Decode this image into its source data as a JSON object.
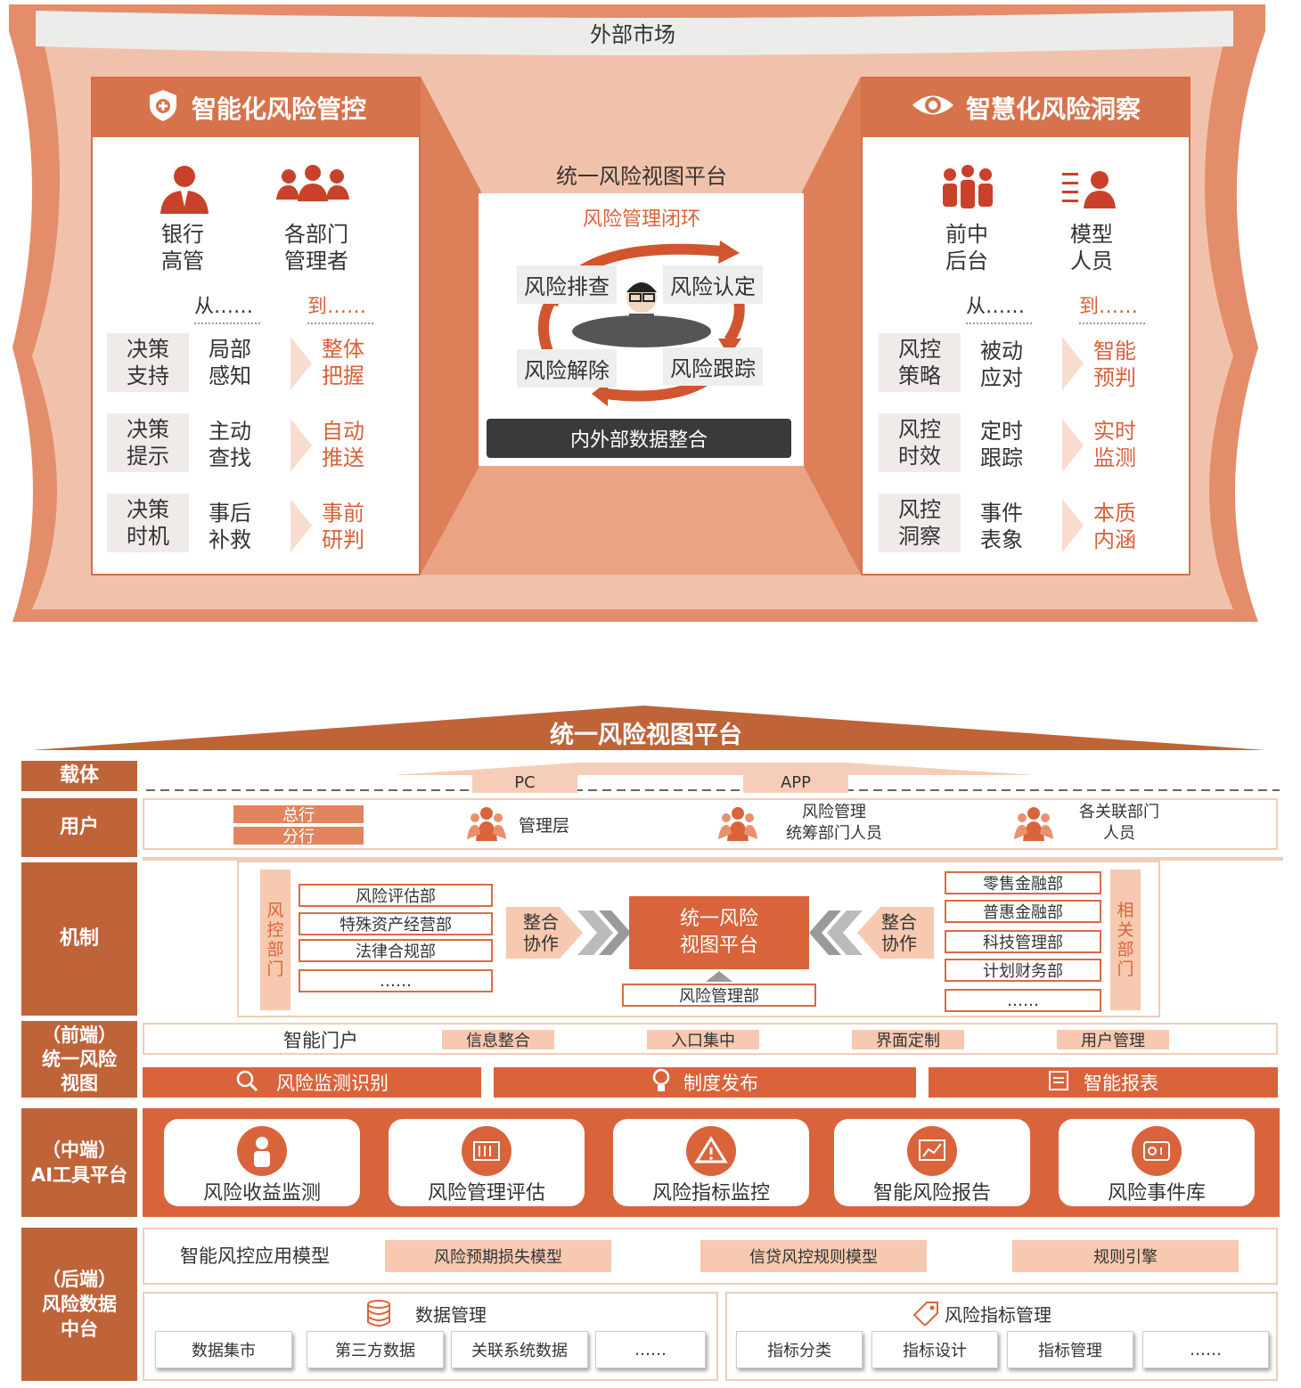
{
  "top": {
    "market": "外部市场",
    "left": {
      "title": "智能化风险管控",
      "roles": [
        "银行\n高管",
        "各部门\n管理者"
      ],
      "from": "从……",
      "to": "到……",
      "rows": [
        {
          "k": "决策\n支持",
          "a": "局部\n感知",
          "b": "整体\n把握"
        },
        {
          "k": "决策\n提示",
          "a": "主动\n查找",
          "b": "自动\n推送"
        },
        {
          "k": "决策\n时机",
          "a": "事后\n补救",
          "b": "事前\n研判"
        }
      ]
    },
    "right": {
      "title": "智慧化风险洞察",
      "roles": [
        "前中\n后台",
        "模型\n人员"
      ],
      "from": "从……",
      "to": "到……",
      "rows": [
        {
          "k": "风控\n策略",
          "a": "被动\n应对",
          "b": "智能\n预判"
        },
        {
          "k": "风控\n时效",
          "a": "定时\n跟踪",
          "b": "实时\n监测"
        },
        {
          "k": "风控\n洞察",
          "a": "事件\n表象",
          "b": "本质\n内涵"
        }
      ]
    },
    "center": {
      "title": "统一风险视图平台",
      "loop_title": "风险管理闭环",
      "loop": [
        "风险排查",
        "风险认定",
        "风险解除",
        "风险跟踪"
      ],
      "bottom": "内外部数据整合"
    }
  },
  "bottom": {
    "title": "统一风险视图平台",
    "carrier": {
      "label": "载体",
      "pc": "PC",
      "app": "APP"
    },
    "users": {
      "label": "用户",
      "tags": [
        "总行",
        "分行"
      ],
      "groups": [
        "管理层",
        "风险管理\n统筹部门人员",
        "各关联部门\n人员"
      ]
    },
    "mech": {
      "label": "机制",
      "left_vert": "风\n控\n部\n门",
      "left_items": [
        "风险评估部",
        "特殊资产经营部",
        "法律合规部",
        "……"
      ],
      "integ": "整合\n协作",
      "center": "统一风险\n视图平台",
      "center_sub": "风险管理部",
      "right_items": [
        "零售金融部",
        "普惠金融部",
        "科技管理部",
        "计划财务部",
        "……"
      ],
      "right_vert": "相\n关\n部\n门"
    },
    "front": {
      "label": "（前端）\n统一风险\n视图",
      "portal": "智能门户",
      "tags": [
        "信息整合",
        "入口集中",
        "界面定制",
        "用户管理"
      ],
      "bars": [
        "风险监测识别",
        "制度发布",
        "智能报表"
      ]
    },
    "mid": {
      "label": "（中端）\nAI工具平台",
      "cards": [
        "风险收益监测",
        "风险管理评估",
        "风险指标监控",
        "智能风险报告",
        "风险事件库"
      ]
    },
    "back": {
      "label": "（后端）\n风险数据\n中台",
      "model_title": "智能风控应用模型",
      "models": [
        "风险预期损失模型",
        "信贷风控规则模型",
        "规则引擎"
      ],
      "data_title": "数据管理",
      "data_items": [
        "数据集市",
        "第三方数据",
        "关联系统数据",
        "……"
      ],
      "idx_title": "风险指标管理",
      "idx_items": [
        "指标分类",
        "指标设计",
        "指标管理",
        "……"
      ]
    }
  },
  "colors": {
    "accent": "#d9643b",
    "dark": "#bf6339",
    "light": "#f6c9b0"
  }
}
